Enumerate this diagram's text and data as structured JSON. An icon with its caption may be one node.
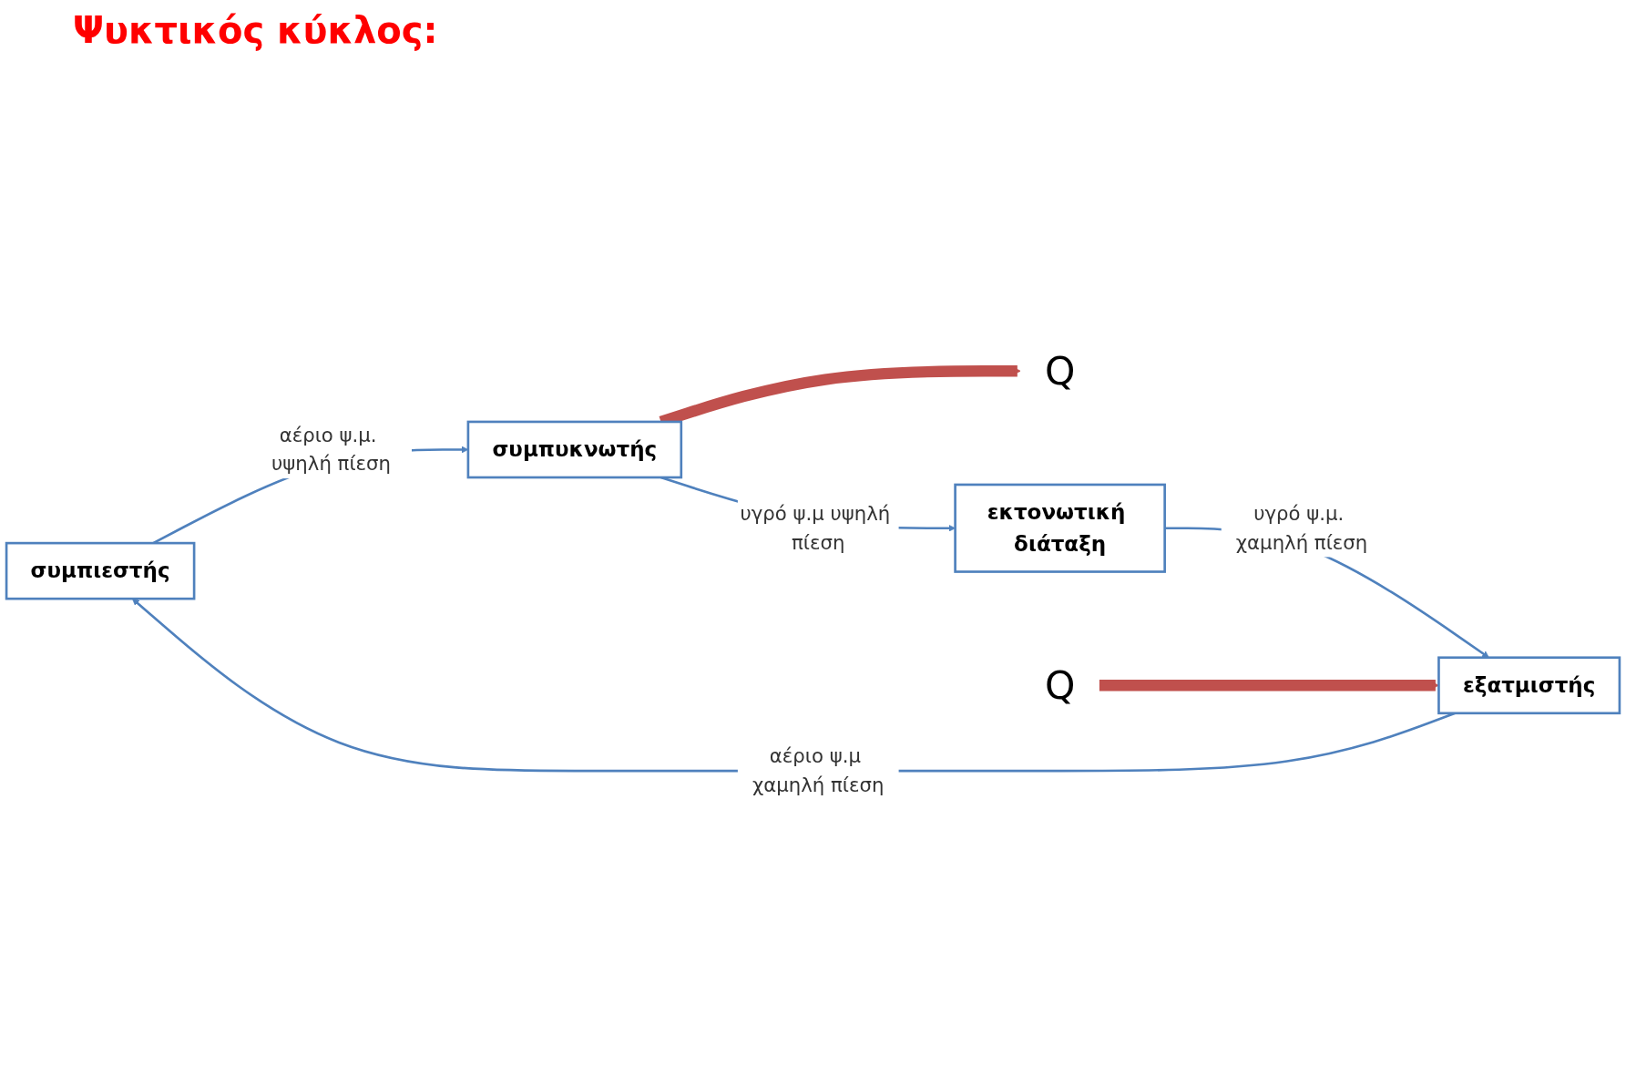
{
  "diagram": {
    "title": "Ψυκτικός κύκλος:",
    "nodes": [
      {
        "text": [
          "συμπιεστής"
        ]
      },
      {
        "text": [
          "συμπυκνωτής"
        ]
      },
      {
        "text": [
          "Q"
        ]
      },
      {
        "text": [
          "εκτονωτική διάταξη"
        ]
      },
      {
        "text": [
          "εξατμιστής"
        ]
      },
      {
        "text": [
          "Q"
        ]
      }
    ],
    "edges": [
      {
        "from": 0,
        "to": 1,
        "arrow": "to",
        "label": "αέριο ψ.μ. υψηλή πίεση"
      },
      {
        "from": 1,
        "to": 3,
        "arrow": "to",
        "label": "υγρό ψ.μ υψηλή πίεση"
      },
      {
        "from": 3,
        "to": 4,
        "arrow": "to",
        "label": "υγρό ψ.μ. χαμηλή πίεση"
      },
      {
        "from": 4,
        "to": 0,
        "arrow": "to",
        "label": "αέριο ψ.μ χαμηλή πίεση"
      },
      {
        "from": 1,
        "to": 2,
        "arrow": "to",
        "style": "thick",
        "color": "#c0504d"
      },
      {
        "from": 5,
        "to": 4,
        "arrow": "to",
        "style": "thick",
        "color": "#c0504d"
      }
    ]
  }
}
